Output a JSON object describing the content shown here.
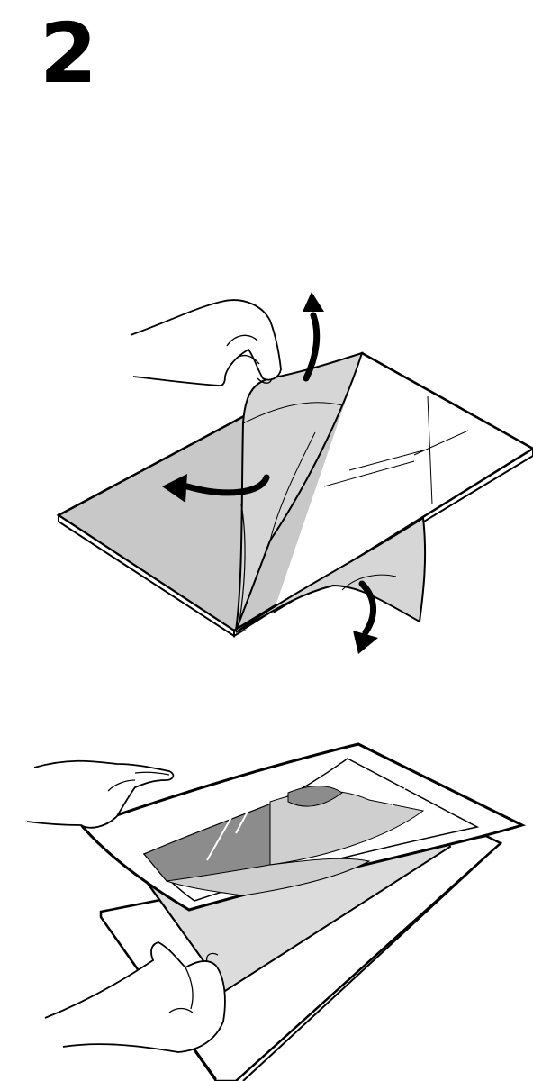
{
  "step": {
    "number": "2"
  },
  "colors": {
    "ink": "#000000",
    "board": "#c8c8c8",
    "film": "#d9d9d9",
    "photo_light": "#cfcfcf",
    "photo_dark": "#8c8c8c",
    "paper": "#ffffff"
  },
  "illustrations": [
    {
      "name": "peel-protective-film",
      "icons": [
        "hand-icon",
        "curved-arrow-up-icon",
        "curved-arrow-left-icon",
        "curved-arrow-down-icon"
      ]
    },
    {
      "name": "insert-picture-into-frame",
      "icons": [
        "hand-icon",
        "hand-icon"
      ]
    }
  ]
}
